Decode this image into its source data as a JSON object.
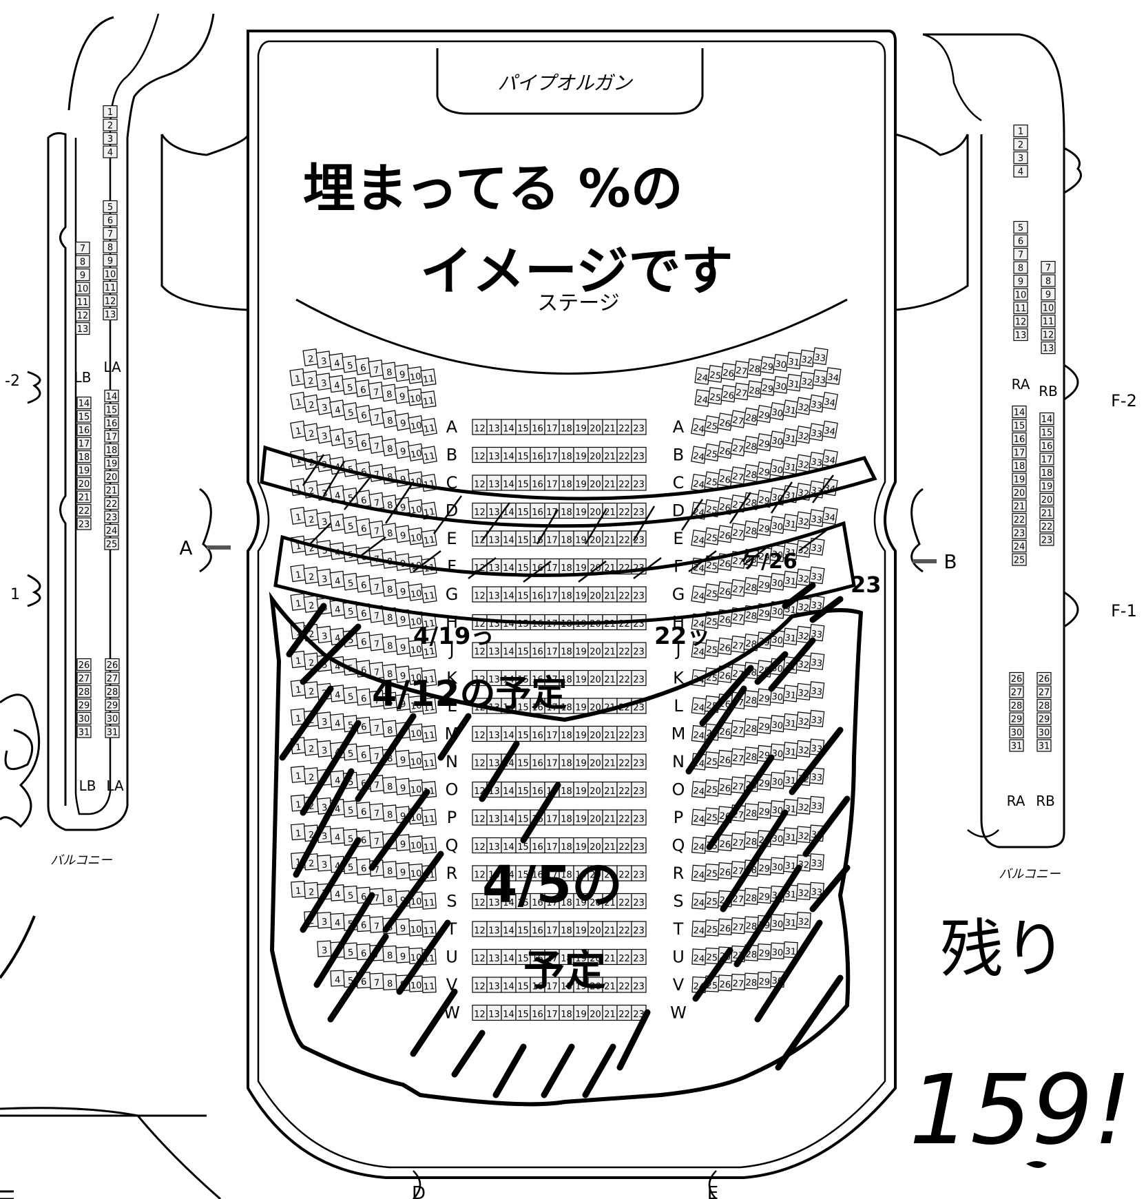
{
  "labels": {
    "pipe_organ": "パイプオルガン",
    "stage": "ステージ",
    "balcony_left": "バルコニー",
    "balcony_right": "バルコニー",
    "door_a": "A",
    "door_b": "B",
    "door_d": "D",
    "door_e": "E",
    "left_edge_2": "-2",
    "left_edge_1": "1",
    "right_f2": "F-2",
    "right_f1": "F-1",
    "lb_top": "LB",
    "la_top": "LA",
    "lb_bottom": "LB",
    "la_bottom": "LA",
    "ra_top": "RA",
    "rb_top": "RB",
    "ra_bottom": "RA",
    "rb_bottom": "RB"
  },
  "handwritten": {
    "line1": "埋まってる %の",
    "line2": "イメージです",
    "note_f_left": "4/19っ",
    "note_f_right": "22ッ",
    "note_e_right": "ケ/26",
    "note_23": "23",
    "note_h": "4/12の予定",
    "note_o_line1": "4/5の",
    "note_o_line2": "予定",
    "remaining_label": "残り",
    "remaining_count": "159!"
  },
  "main_rows": [
    {
      "row": "A",
      "left": [
        1,
        2,
        3,
        4,
        5,
        6,
        7,
        8,
        9,
        10,
        11
      ],
      "center": [
        12,
        13,
        14,
        15,
        16,
        17,
        18,
        19,
        20,
        21,
        22,
        23
      ],
      "right": [
        24,
        25,
        26,
        27,
        28,
        29,
        30,
        31,
        32,
        33,
        34
      ]
    },
    {
      "row": "B",
      "left": [
        1,
        2,
        3,
        4,
        5,
        6,
        7,
        8,
        9,
        10,
        11
      ],
      "center": [
        12,
        13,
        14,
        15,
        16,
        17,
        18,
        19,
        20,
        21,
        22,
        23
      ],
      "right": [
        24,
        25,
        26,
        27,
        28,
        29,
        30,
        31,
        32,
        33,
        34
      ]
    },
    {
      "row": "C",
      "left": [
        1,
        2,
        3,
        4,
        5,
        6,
        7,
        8,
        9,
        10,
        11
      ],
      "center": [
        12,
        13,
        14,
        15,
        16,
        17,
        18,
        19,
        20,
        21,
        22,
        23
      ],
      "right": [
        24,
        25,
        26,
        27,
        28,
        29,
        30,
        31,
        32,
        33,
        34
      ]
    },
    {
      "row": "D",
      "left": [
        1,
        2,
        3,
        4,
        5,
        6,
        7,
        8,
        9,
        10,
        11
      ],
      "center": [
        12,
        13,
        14,
        15,
        16,
        17,
        18,
        19,
        20,
        21,
        22,
        23
      ],
      "right": [
        24,
        25,
        26,
        27,
        28,
        29,
        30,
        31,
        32,
        33,
        34
      ]
    },
    {
      "row": "E",
      "left": [
        1,
        2,
        3,
        4,
        5,
        6,
        7,
        8,
        9,
        10,
        11
      ],
      "center": [
        12,
        13,
        14,
        15,
        16,
        17,
        18,
        19,
        20,
        21,
        22,
        23
      ],
      "right": [
        24,
        25,
        26,
        27,
        28,
        29,
        30,
        31,
        32,
        33,
        34
      ]
    },
    {
      "row": "F",
      "left": [
        1,
        2,
        3,
        4,
        5,
        6,
        7,
        8,
        9,
        10,
        11
      ],
      "center": [
        12,
        13,
        14,
        15,
        16,
        17,
        18,
        19,
        20,
        21,
        22,
        23
      ],
      "right": [
        24,
        25,
        26,
        27,
        28,
        29,
        30,
        31,
        32,
        33
      ]
    },
    {
      "row": "G",
      "left": [
        1,
        2,
        3,
        4,
        5,
        6,
        7,
        8,
        9,
        10,
        11
      ],
      "center": [
        12,
        13,
        14,
        15,
        16,
        17,
        18,
        19,
        20,
        21,
        22,
        23
      ],
      "right": [
        24,
        25,
        26,
        27,
        28,
        29,
        30,
        31,
        32,
        33
      ]
    },
    {
      "row": "H",
      "left": [
        1,
        2,
        3,
        4,
        5,
        6,
        7,
        8,
        9,
        10,
        11
      ],
      "center": [
        12,
        13,
        14,
        15,
        16,
        17,
        18,
        19,
        20,
        21,
        22,
        23
      ],
      "right": [
        24,
        25,
        26,
        27,
        28,
        29,
        30,
        31,
        32,
        33
      ]
    },
    {
      "row": "J",
      "left": [
        1,
        2,
        3,
        4,
        5,
        6,
        7,
        8,
        9,
        10,
        11
      ],
      "center": [
        12,
        13,
        14,
        15,
        16,
        17,
        18,
        19,
        20,
        21,
        22,
        23
      ],
      "right": [
        24,
        25,
        26,
        27,
        28,
        29,
        30,
        31,
        32,
        33
      ]
    },
    {
      "row": "K",
      "left": [
        1,
        2,
        3,
        4,
        5,
        6,
        7,
        8,
        9,
        10,
        11
      ],
      "center": [
        12,
        13,
        14,
        15,
        16,
        17,
        18,
        19,
        20,
        21,
        22,
        23
      ],
      "right": [
        24,
        25,
        26,
        27,
        28,
        29,
        30,
        31,
        32,
        33
      ]
    },
    {
      "row": "L",
      "left": [
        1,
        2,
        3,
        4,
        5,
        6,
        7,
        8,
        9,
        10,
        11
      ],
      "center": [
        12,
        13,
        14,
        15,
        16,
        17,
        18,
        19,
        20,
        21,
        22,
        23
      ],
      "right": [
        24,
        25,
        26,
        27,
        28,
        29,
        30,
        31,
        32,
        33
      ]
    },
    {
      "row": "M",
      "left": [
        1,
        2,
        3,
        4,
        5,
        6,
        7,
        8,
        9,
        10,
        11
      ],
      "center": [
        12,
        13,
        14,
        15,
        16,
        17,
        18,
        19,
        20,
        21,
        22,
        23
      ],
      "right": [
        24,
        25,
        26,
        27,
        28,
        29,
        30,
        31,
        32,
        33
      ]
    },
    {
      "row": "N",
      "left": [
        1,
        2,
        3,
        4,
        5,
        6,
        7,
        8,
        9,
        10,
        11
      ],
      "center": [
        12,
        13,
        14,
        15,
        16,
        17,
        18,
        19,
        20,
        21,
        22,
        23
      ],
      "right": [
        24,
        25,
        26,
        27,
        28,
        29,
        30,
        31,
        32,
        33
      ]
    },
    {
      "row": "O",
      "left": [
        1,
        2,
        3,
        4,
        5,
        6,
        7,
        8,
        9,
        10,
        11
      ],
      "center": [
        12,
        13,
        14,
        15,
        16,
        17,
        18,
        19,
        20,
        21,
        22,
        23
      ],
      "right": [
        24,
        25,
        26,
        27,
        28,
        29,
        30,
        31,
        32,
        33
      ]
    },
    {
      "row": "P",
      "left": [
        1,
        2,
        3,
        4,
        5,
        6,
        7,
        8,
        9,
        10,
        11
      ],
      "center": [
        12,
        13,
        14,
        15,
        16,
        17,
        18,
        19,
        20,
        21,
        22,
        23
      ],
      "right": [
        24,
        25,
        26,
        27,
        28,
        29,
        30,
        31,
        32,
        33
      ]
    },
    {
      "row": "Q",
      "left": [
        1,
        2,
        3,
        4,
        5,
        6,
        7,
        8,
        9,
        10,
        11
      ],
      "center": [
        12,
        13,
        14,
        15,
        16,
        17,
        18,
        19,
        20,
        21,
        22,
        23
      ],
      "right": [
        24,
        25,
        26,
        27,
        28,
        29,
        30,
        31,
        32,
        33
      ]
    },
    {
      "row": "R",
      "left": [
        1,
        2,
        3,
        4,
        5,
        6,
        7,
        8,
        9,
        10,
        11
      ],
      "center": [
        12,
        13,
        14,
        15,
        16,
        17,
        18,
        19,
        20,
        21,
        22,
        23
      ],
      "right": [
        24,
        25,
        26,
        27,
        28,
        29,
        30,
        31,
        32,
        33
      ]
    },
    {
      "row": "S",
      "left": [
        1,
        2,
        3,
        4,
        5,
        6,
        7,
        8,
        9,
        10,
        11
      ],
      "center": [
        12,
        13,
        14,
        15,
        16,
        17,
        18,
        19,
        20,
        21,
        22,
        23
      ],
      "right": [
        24,
        25,
        26,
        27,
        28,
        29,
        30,
        31,
        32,
        33
      ]
    },
    {
      "row": "T",
      "left": [
        2,
        3,
        4,
        5,
        6,
        7,
        8,
        9,
        10,
        11
      ],
      "center": [
        12,
        13,
        14,
        15,
        16,
        17,
        18,
        19,
        20,
        21,
        22,
        23
      ],
      "right": [
        24,
        25,
        26,
        27,
        28,
        29,
        30,
        31,
        32
      ]
    },
    {
      "row": "U",
      "left": [
        3,
        4,
        5,
        6,
        7,
        8,
        9,
        10,
        11
      ],
      "center": [
        12,
        13,
        14,
        15,
        16,
        17,
        18,
        19,
        20,
        21,
        22,
        23
      ],
      "right": [
        24,
        25,
        26,
        27,
        28,
        29,
        30,
        31
      ]
    },
    {
      "row": "V",
      "left": [
        4,
        5,
        6,
        7,
        8,
        9,
        10,
        11
      ],
      "center": [
        12,
        13,
        14,
        15,
        16,
        17,
        18,
        19,
        20,
        21,
        22,
        23
      ],
      "right": [
        24,
        25,
        26,
        27,
        28,
        29,
        30
      ]
    },
    {
      "row": "W",
      "left": [],
      "center": [
        12,
        13,
        14,
        15,
        16,
        17,
        18,
        19,
        20,
        21,
        22,
        23
      ],
      "right": []
    }
  ],
  "top_partial_rows": [
    {
      "left": [
        2,
        3,
        4,
        5,
        6,
        7,
        8,
        9,
        10,
        11
      ],
      "right": [
        24,
        25,
        26,
        27,
        28,
        29,
        30,
        31,
        32,
        33
      ]
    },
    {
      "left": [
        1,
        2,
        3,
        4,
        5,
        6,
        7,
        8,
        9,
        10,
        11
      ],
      "right": [
        24,
        25,
        26,
        27,
        28,
        29,
        30,
        31,
        32,
        33,
        34
      ]
    }
  ],
  "balcony_left": {
    "lb_upper": [
      1,
      2,
      3,
      4
    ],
    "la_mid": [
      5,
      6,
      7,
      8,
      9,
      10,
      11,
      12,
      13
    ],
    "lb_mid": [
      7,
      8,
      9,
      10,
      11,
      12,
      13
    ],
    "lb_lower": [
      14,
      15,
      16,
      17,
      18,
      19,
      20,
      21,
      22,
      23
    ],
    "la_lower": [
      14,
      15,
      16,
      17,
      18,
      19,
      20,
      21,
      22,
      23,
      24,
      25
    ],
    "lb_bottom": [
      26,
      27,
      28,
      29,
      30,
      31
    ],
    "la_bottom": [
      26,
      27,
      28,
      29,
      30,
      31
    ]
  },
  "balcony_right": {
    "ra_upper": [
      1,
      2,
      3,
      4
    ],
    "ra_mid": [
      5,
      6,
      7,
      8,
      9,
      10,
      11,
      12,
      13
    ],
    "rb_mid": [
      7,
      8,
      9,
      10,
      11,
      12,
      13
    ],
    "ra_lower": [
      14,
      15,
      16,
      17,
      18,
      19,
      20,
      21,
      22,
      23,
      24,
      25
    ],
    "rb_lower": [
      14,
      15,
      16,
      17,
      18,
      19,
      20,
      21,
      22,
      23
    ],
    "ra_bottom": [
      26,
      27,
      28,
      29,
      30,
      31
    ],
    "rb_bottom": [
      26,
      27,
      28,
      29,
      30,
      31
    ]
  },
  "colors": {
    "ink": "#000000",
    "paper": "#ffffff",
    "seat_fill": "#f2f2f2"
  }
}
